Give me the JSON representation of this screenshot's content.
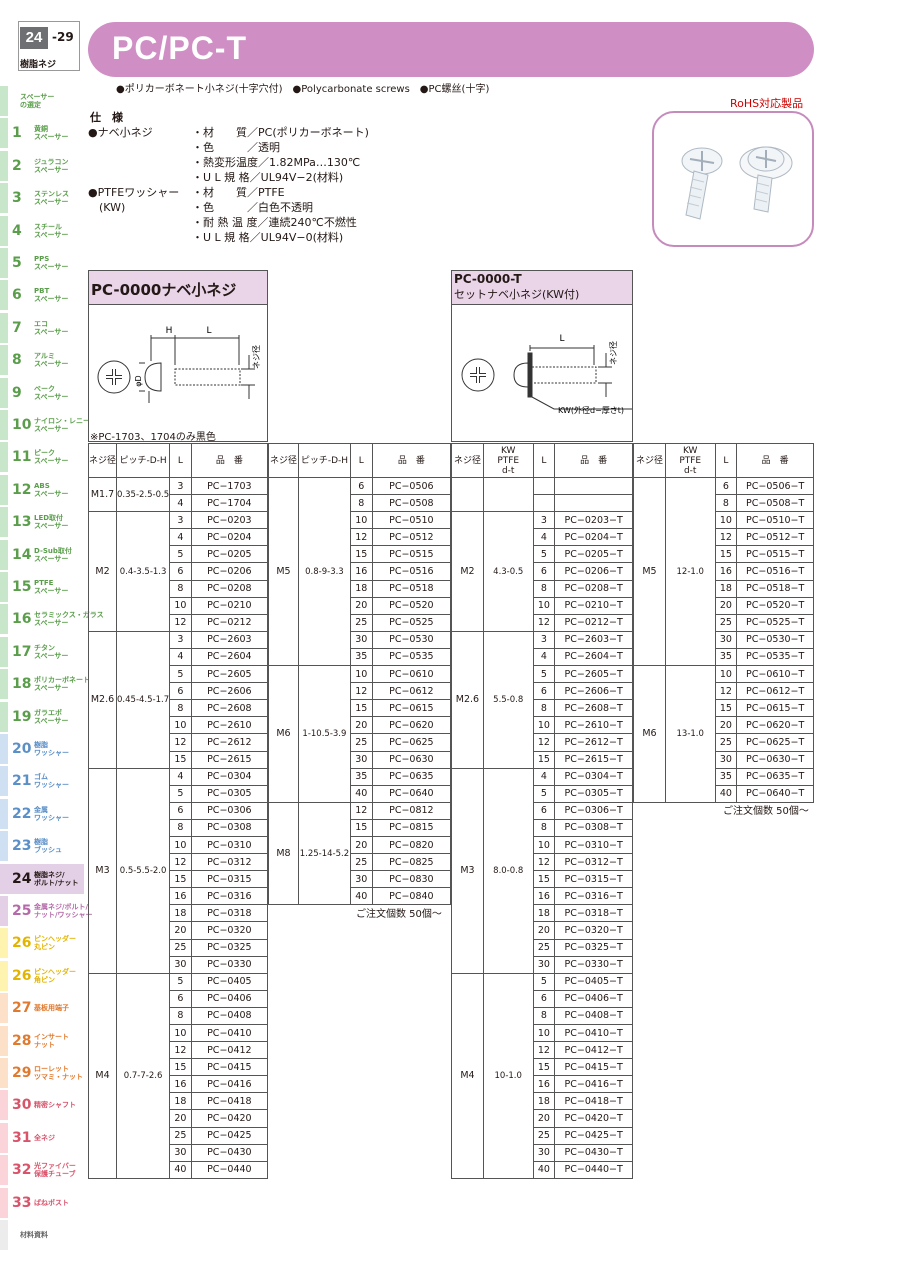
{
  "header": {
    "page": "24",
    "page_to": "-29",
    "category": "樹脂ネジ",
    "title": "PC/PC-T",
    "subtitle": "●ポリカーボネート小ネジ(十字穴付)　●Polycarbonate screws　●PC螺丝(十字)",
    "rohs": "RoHS対応製品"
  },
  "spec": {
    "heading": "仕　様",
    "items": [
      {
        "title": "●ナベ小ネジ",
        "lines": [
          "・材　　質／PC(ポリカーボネート)",
          "・色　　　／透明",
          "・熱変形温度／1.82MPa…130℃",
          "・U L 規 格／UL94V−2(材料)"
        ]
      },
      {
        "title": "●PTFEワッシャー\n　(KW)",
        "lines": [
          "・材　　質／PTFE",
          "・色　　　／白色不透明",
          "・耐 熱 温 度／連続240℃不燃性",
          "・U L 規 格／UL94V−0(材料)"
        ]
      }
    ]
  },
  "sidebar": [
    {
      "num": "",
      "label": "スペーサー\nの選定",
      "color": "#c8e6c9"
    },
    {
      "num": "1",
      "label": "黄銅\nスペーサー",
      "color": "#c8e6c9"
    },
    {
      "num": "2",
      "label": "ジュラコン\nスペーサー",
      "color": "#c8e6c9"
    },
    {
      "num": "3",
      "label": "ステンレス\nスペーサー",
      "color": "#c8e6c9"
    },
    {
      "num": "4",
      "label": "スチール\nスペーサー",
      "color": "#c8e6c9"
    },
    {
      "num": "5",
      "label": "PPS\nスペーサー",
      "color": "#c8e6c9"
    },
    {
      "num": "6",
      "label": "PBT\nスペーサー",
      "color": "#c8e6c9"
    },
    {
      "num": "7",
      "label": "エコ\nスペーサー",
      "color": "#c8e6c9"
    },
    {
      "num": "8",
      "label": "アルミ\nスペーサー",
      "color": "#c8e6c9"
    },
    {
      "num": "9",
      "label": "ベーク\nスペーサー",
      "color": "#c8e6c9"
    },
    {
      "num": "10",
      "label": "ナイロン・レニー\nスペーサー",
      "color": "#c8e6c9"
    },
    {
      "num": "11",
      "label": "ピーク\nスペーサー",
      "color": "#c8e6c9"
    },
    {
      "num": "12",
      "label": "ABS\nスペーサー",
      "color": "#c8e6c9"
    },
    {
      "num": "13",
      "label": "LED取付\nスペーサー",
      "color": "#c8e6c9"
    },
    {
      "num": "14",
      "label": "D-Sub取付\nスペーサー",
      "color": "#c8e6c9"
    },
    {
      "num": "15",
      "label": "PTFE\nスペーサー",
      "color": "#c8e6c9"
    },
    {
      "num": "16",
      "label": "セラミックス・ガラス\nスペーサー",
      "color": "#c8e6c9"
    },
    {
      "num": "17",
      "label": "チタン\nスペーサー",
      "color": "#c8e6c9"
    },
    {
      "num": "18",
      "label": "ポリカーボネート\nスペーサー",
      "color": "#c8e6c9"
    },
    {
      "num": "19",
      "label": "ガラエポ\nスペーサー",
      "color": "#c8e6c9"
    },
    {
      "num": "20",
      "label": "樹脂\nワッシャー",
      "color": "#cfe0f2"
    },
    {
      "num": "21",
      "label": "ゴム\nワッシャー",
      "color": "#cfe0f2"
    },
    {
      "num": "22",
      "label": "金属\nワッシャー",
      "color": "#cfe0f2"
    },
    {
      "num": "23",
      "label": "樹脂\nブッシュ",
      "color": "#cfe0f2"
    },
    {
      "num": "24",
      "label": "樹脂ネジ/\nボルト/ナット",
      "color": "#e4d0e6"
    },
    {
      "num": "25",
      "label": "金属ネジ/ボルト/\nナット/ワッシャー",
      "color": "#e4d0e6"
    },
    {
      "num": "26",
      "label": "ピンヘッダー\n丸ピン",
      "color": "#fff3b0"
    },
    {
      "num": "26",
      "label": "ピンヘッダー\n角ピン",
      "color": "#fff3b0"
    },
    {
      "num": "27",
      "label": "基板用端子",
      "color": "#fde0c8"
    },
    {
      "num": "28",
      "label": "インサート\nナット",
      "color": "#fde0c8"
    },
    {
      "num": "29",
      "label": "ローレット\nツマミ・ナット",
      "color": "#fde0c8"
    },
    {
      "num": "30",
      "label": "精密シャフト",
      "color": "#fad4d8"
    },
    {
      "num": "31",
      "label": "全ネジ",
      "color": "#fad4d8"
    },
    {
      "num": "32",
      "label": "光ファイバー\n保護チューブ",
      "color": "#fad4d8"
    },
    {
      "num": "33",
      "label": "ばねポスト",
      "color": "#fad4d8"
    },
    {
      "num": "",
      "label": "材料資料",
      "color": "#ececec"
    }
  ],
  "pc": {
    "title": "PC-0000ナベ小ネジ",
    "note": "※PC-1703、1704のみ黒色",
    "dims": {
      "h": "H",
      "l": "L",
      "d": "φD",
      "thread": "ネジ径"
    },
    "headers": [
      "ネジ径",
      "ピッチ-D-H",
      "L",
      "品　番"
    ],
    "groups": [
      {
        "size": "M1.7",
        "pitch": "0.35-2.5-0.5",
        "rows": [
          [
            "3",
            "PC−1703"
          ],
          [
            "4",
            "PC−1704"
          ]
        ]
      },
      {
        "size": "M2",
        "pitch": "0.4-3.5-1.3",
        "rows": [
          [
            "3",
            "PC−0203"
          ],
          [
            "4",
            "PC−0204"
          ],
          [
            "5",
            "PC−0205"
          ],
          [
            "6",
            "PC−0206"
          ],
          [
            "8",
            "PC−0208"
          ],
          [
            "10",
            "PC−0210"
          ],
          [
            "12",
            "PC−0212"
          ]
        ]
      },
      {
        "size": "M2.6",
        "pitch": "0.45-4.5-1.7",
        "rows": [
          [
            "3",
            "PC−2603"
          ],
          [
            "4",
            "PC−2604"
          ],
          [
            "5",
            "PC−2605"
          ],
          [
            "6",
            "PC−2606"
          ],
          [
            "8",
            "PC−2608"
          ],
          [
            "10",
            "PC−2610"
          ],
          [
            "12",
            "PC−2612"
          ],
          [
            "15",
            "PC−2615"
          ]
        ]
      },
      {
        "size": "M3",
        "pitch": "0.5-5.5-2.0",
        "rows": [
          [
            "4",
            "PC−0304"
          ],
          [
            "5",
            "PC−0305"
          ],
          [
            "6",
            "PC−0306"
          ],
          [
            "8",
            "PC−0308"
          ],
          [
            "10",
            "PC−0310"
          ],
          [
            "12",
            "PC−0312"
          ],
          [
            "15",
            "PC−0315"
          ],
          [
            "16",
            "PC−0316"
          ],
          [
            "18",
            "PC−0318"
          ],
          [
            "20",
            "PC−0320"
          ],
          [
            "25",
            "PC−0325"
          ],
          [
            "30",
            "PC−0330"
          ]
        ]
      },
      {
        "size": "M4",
        "pitch": "0.7-7-2.6",
        "rows": [
          [
            "5",
            "PC−0405"
          ],
          [
            "6",
            "PC−0406"
          ],
          [
            "8",
            "PC−0408"
          ],
          [
            "10",
            "PC−0410"
          ],
          [
            "12",
            "PC−0412"
          ],
          [
            "15",
            "PC−0415"
          ],
          [
            "16",
            "PC−0416"
          ],
          [
            "18",
            "PC−0418"
          ],
          [
            "20",
            "PC−0420"
          ],
          [
            "25",
            "PC−0425"
          ],
          [
            "30",
            "PC−0430"
          ],
          [
            "40",
            "PC−0440"
          ]
        ]
      }
    ],
    "groups2": [
      {
        "size": "M5",
        "pitch": "0.8-9-3.3",
        "rows": [
          [
            "6",
            "PC−0506"
          ],
          [
            "8",
            "PC−0508"
          ],
          [
            "10",
            "PC−0510"
          ],
          [
            "12",
            "PC−0512"
          ],
          [
            "15",
            "PC−0515"
          ],
          [
            "16",
            "PC−0516"
          ],
          [
            "18",
            "PC−0518"
          ],
          [
            "20",
            "PC−0520"
          ],
          [
            "25",
            "PC−0525"
          ],
          [
            "30",
            "PC−0530"
          ],
          [
            "35",
            "PC−0535"
          ]
        ]
      },
      {
        "size": "M6",
        "pitch": "1-10.5-3.9",
        "rows": [
          [
            "10",
            "PC−0610"
          ],
          [
            "12",
            "PC−0612"
          ],
          [
            "15",
            "PC−0615"
          ],
          [
            "20",
            "PC−0620"
          ],
          [
            "25",
            "PC−0625"
          ],
          [
            "30",
            "PC−0630"
          ],
          [
            "35",
            "PC−0635"
          ],
          [
            "40",
            "PC−0640"
          ]
        ]
      },
      {
        "size": "M8",
        "pitch": "1.25-14-5.2",
        "rows": [
          [
            "12",
            "PC−0812"
          ],
          [
            "15",
            "PC−0815"
          ],
          [
            "20",
            "PC−0820"
          ],
          [
            "25",
            "PC−0825"
          ],
          [
            "30",
            "PC−0830"
          ],
          [
            "40",
            "PC−0840"
          ]
        ]
      }
    ],
    "order": "ご注文個数 50個〜"
  },
  "pct": {
    "title": "PC-0000-T",
    "title2": "セットナベ小ネジ(KW付)",
    "dims": {
      "l": "L",
      "thread": "ネジ径",
      "kw": "KW(外径d−厚さt)"
    },
    "headers": [
      "ネジ径",
      "KW\nPTFE\nd-t",
      "L",
      "品　番"
    ],
    "groups": [
      {
        "size": "",
        "kw": "",
        "rows": [
          [
            "",
            ""
          ],
          [
            "",
            ""
          ]
        ]
      },
      {
        "size": "M2",
        "kw": "4.3-0.5",
        "rows": [
          [
            "3",
            "PC−0203−T"
          ],
          [
            "4",
            "PC−0204−T"
          ],
          [
            "5",
            "PC−0205−T"
          ],
          [
            "6",
            "PC−0206−T"
          ],
          [
            "8",
            "PC−0208−T"
          ],
          [
            "10",
            "PC−0210−T"
          ],
          [
            "12",
            "PC−0212−T"
          ]
        ]
      },
      {
        "size": "M2.6",
        "kw": "5.5-0.8",
        "rows": [
          [
            "3",
            "PC−2603−T"
          ],
          [
            "4",
            "PC−2604−T"
          ],
          [
            "5",
            "PC−2605−T"
          ],
          [
            "6",
            "PC−2606−T"
          ],
          [
            "8",
            "PC−2608−T"
          ],
          [
            "10",
            "PC−2610−T"
          ],
          [
            "12",
            "PC−2612−T"
          ],
          [
            "15",
            "PC−2615−T"
          ]
        ]
      },
      {
        "size": "M3",
        "kw": "8.0-0.8",
        "rows": [
          [
            "4",
            "PC−0304−T"
          ],
          [
            "5",
            "PC−0305−T"
          ],
          [
            "6",
            "PC−0306−T"
          ],
          [
            "8",
            "PC−0308−T"
          ],
          [
            "10",
            "PC−0310−T"
          ],
          [
            "12",
            "PC−0312−T"
          ],
          [
            "15",
            "PC−0315−T"
          ],
          [
            "16",
            "PC−0316−T"
          ],
          [
            "18",
            "PC−0318−T"
          ],
          [
            "20",
            "PC−0320−T"
          ],
          [
            "25",
            "PC−0325−T"
          ],
          [
            "30",
            "PC−0330−T"
          ]
        ]
      },
      {
        "size": "M4",
        "kw": "10-1.0",
        "rows": [
          [
            "5",
            "PC−0405−T"
          ],
          [
            "6",
            "PC−0406−T"
          ],
          [
            "8",
            "PC−0408−T"
          ],
          [
            "10",
            "PC−0410−T"
          ],
          [
            "12",
            "PC−0412−T"
          ],
          [
            "15",
            "PC−0415−T"
          ],
          [
            "16",
            "PC−0416−T"
          ],
          [
            "18",
            "PC−0418−T"
          ],
          [
            "20",
            "PC−0420−T"
          ],
          [
            "25",
            "PC−0425−T"
          ],
          [
            "30",
            "PC−0430−T"
          ],
          [
            "40",
            "PC−0440−T"
          ]
        ]
      }
    ],
    "groups2": [
      {
        "size": "M5",
        "kw": "12-1.0",
        "rows": [
          [
            "6",
            "PC−0506−T"
          ],
          [
            "8",
            "PC−0508−T"
          ],
          [
            "10",
            "PC−0510−T"
          ],
          [
            "12",
            "PC−0512−T"
          ],
          [
            "15",
            "PC−0515−T"
          ],
          [
            "16",
            "PC−0516−T"
          ],
          [
            "18",
            "PC−0518−T"
          ],
          [
            "20",
            "PC−0520−T"
          ],
          [
            "25",
            "PC−0525−T"
          ],
          [
            "30",
            "PC−0530−T"
          ],
          [
            "35",
            "PC−0535−T"
          ]
        ]
      },
      {
        "size": "M6",
        "kw": "13-1.0",
        "rows": [
          [
            "10",
            "PC−0610−T"
          ],
          [
            "12",
            "PC−0612−T"
          ],
          [
            "15",
            "PC−0615−T"
          ],
          [
            "20",
            "PC−0620−T"
          ],
          [
            "25",
            "PC−0625−T"
          ],
          [
            "30",
            "PC−0630−T"
          ],
          [
            "35",
            "PC−0635−T"
          ],
          [
            "40",
            "PC−0640−T"
          ]
        ]
      }
    ],
    "order": "ご注文個数 50個〜"
  }
}
